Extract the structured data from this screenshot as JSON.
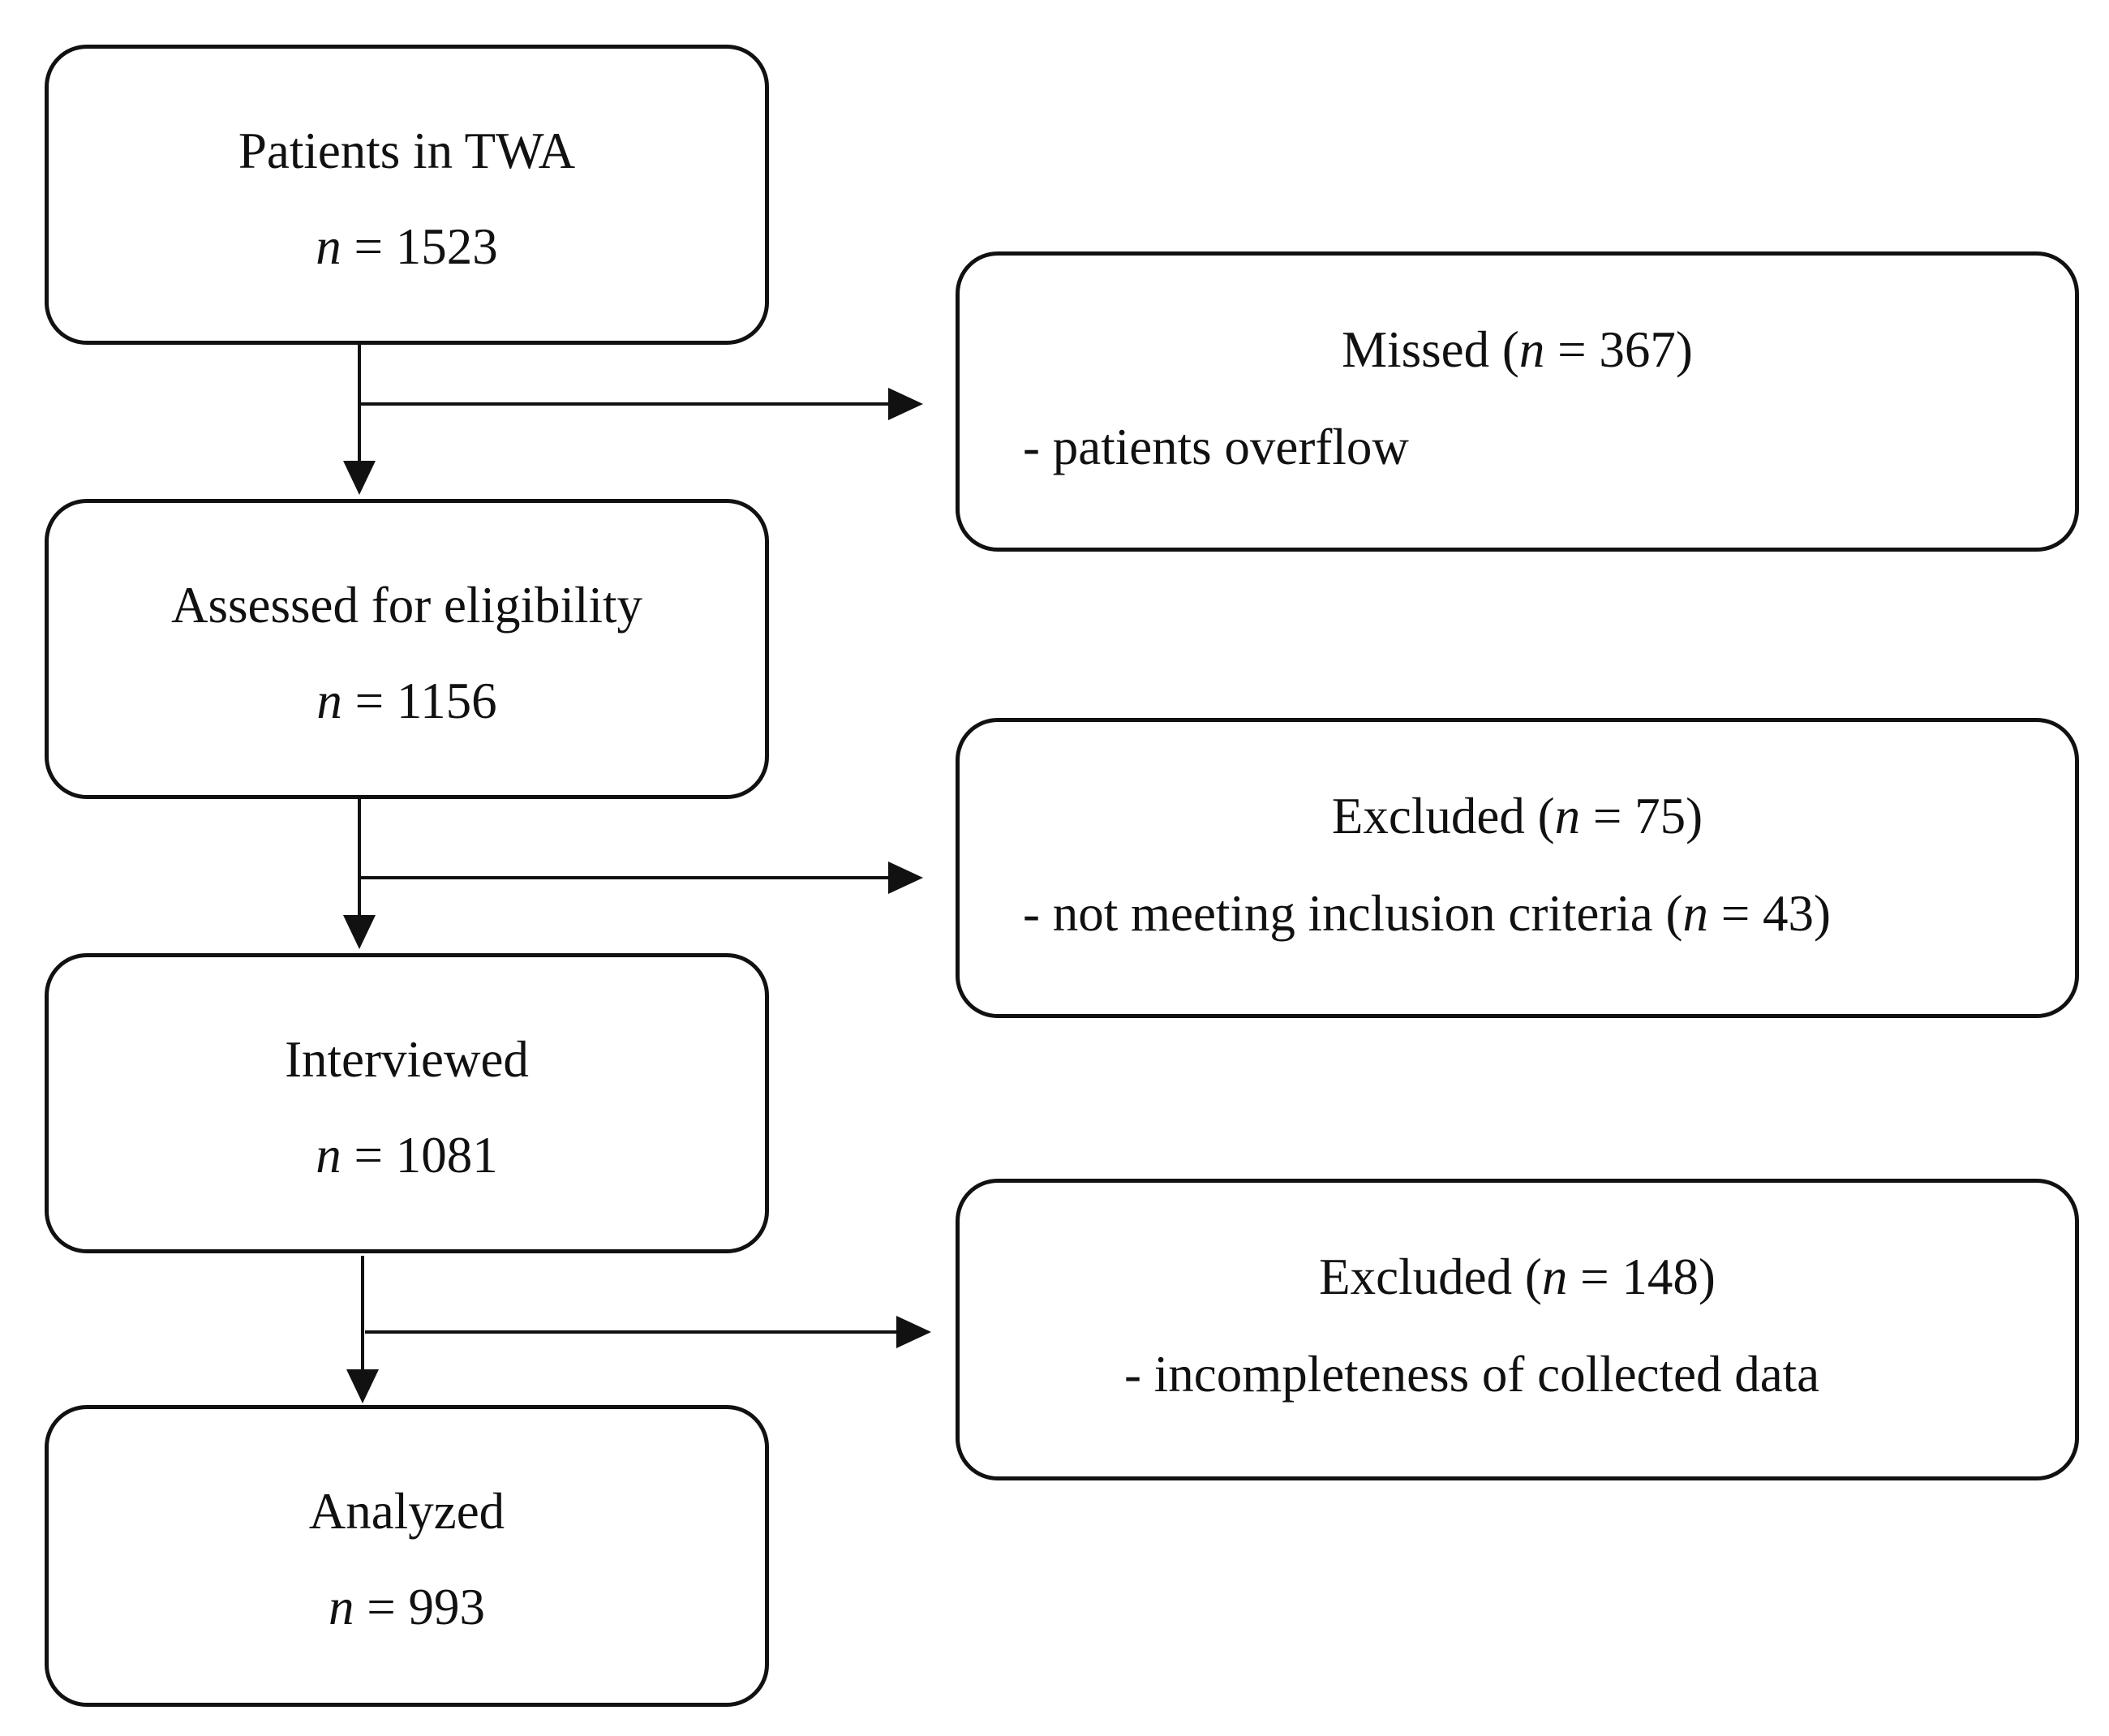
{
  "main_flow": {
    "patients": {
      "title": "Patients in TWA",
      "n_label": "n",
      "equals": " = ",
      "count": "1523"
    },
    "assessed": {
      "title": "Assessed for eligibility",
      "n_label": "n",
      "equals": " = ",
      "count": "1156"
    },
    "interviewed": {
      "title": "Interviewed",
      "n_label": "n",
      "equals": " = ",
      "count": "1081"
    },
    "analyzed": {
      "title": "Analyzed",
      "n_label": "n",
      "equals": " = ",
      "count": "993"
    }
  },
  "side_boxes": {
    "missed": {
      "title": "Missed",
      "open": " (",
      "n_label": "n",
      "equals": " = ",
      "count": "367",
      "close": ")",
      "detail": "- patients overflow"
    },
    "excluded_1": {
      "title": "Excluded",
      "open": " (",
      "n_label": "n",
      "equals": " = ",
      "count": "75",
      "close": ")",
      "detail": "- not meeting inclusion criteria",
      "detail_open": " (",
      "detail_n_label": "n",
      "detail_equals": " = ",
      "detail_count": "43",
      "detail_close": ")"
    },
    "excluded_2": {
      "title": "Excluded",
      "open": " (",
      "n_label": "n",
      "equals": " = ",
      "count": "148",
      "close": ")",
      "detail": "- incompleteness of collected data"
    }
  }
}
